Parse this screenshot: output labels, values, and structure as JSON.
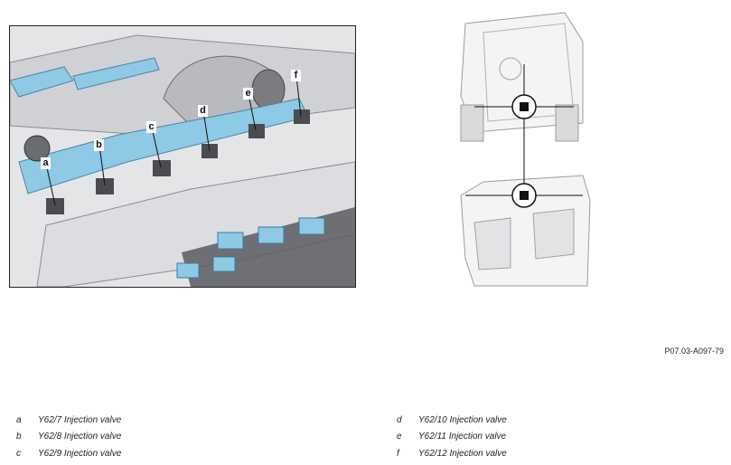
{
  "callouts": [
    "a",
    "b",
    "c",
    "d",
    "e",
    "f"
  ],
  "figure_code": "P07.03-A097-79",
  "legend": [
    {
      "letter": "a",
      "text": "Y62/7 Injection valve"
    },
    {
      "letter": "b",
      "text": "Y62/8 Injection valve"
    },
    {
      "letter": "c",
      "text": "Y62/9 Injection valve"
    },
    {
      "letter": "d",
      "text": "Y62/10 Injection valve"
    },
    {
      "letter": "e",
      "text": "Y62/11 Injection valve"
    },
    {
      "letter": "f",
      "text": "Y62/12 Injection valve"
    }
  ],
  "colors": {
    "highlight": "#8ec9e6",
    "metal_light": "#d4d6d9",
    "metal_dark": "#5a5c60",
    "line": "#222222"
  },
  "icons": {
    "locator_marker": "black-square-crosshair"
  }
}
